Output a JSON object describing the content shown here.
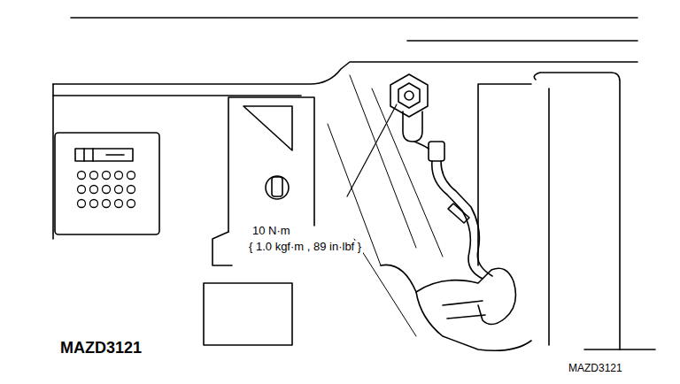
{
  "diagram": {
    "labels": [
      "10 N·m",
      "{ 1.0 kgf·m , 89 in·lbf }",
      "MAZD3121",
      "MAZD3121"
    ]
  }
}
